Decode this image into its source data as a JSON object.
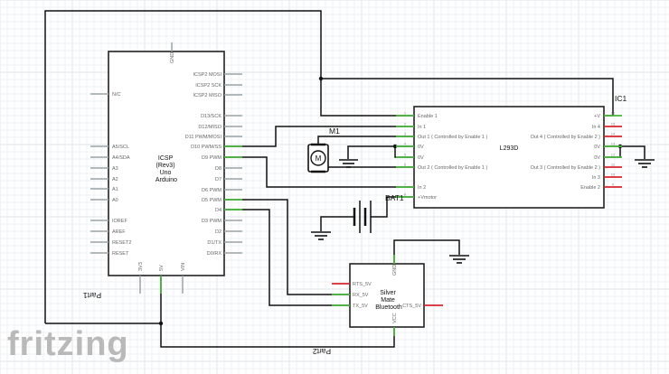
{
  "app": {
    "brand": "fritzing"
  },
  "arduino": {
    "title": "ICSP\n(Rev3)\nUno\nArduino",
    "label_bottom": "Part1",
    "left_pins": [
      "N/C",
      "A5/SCL",
      "A4/SDA",
      "A3",
      "A2",
      "A1",
      "A0",
      "IOREF",
      "AREF",
      "RESET2",
      "RESET"
    ],
    "right_pins": [
      "ICSP2 MOSI",
      "ICSP2 SCK",
      "ICSP2 MISO",
      "D13/SCK",
      "D12/MISO",
      "D11 PWM/MOSI",
      "D10 PWM/SS",
      "D9 PWM",
      "D8",
      "D7",
      "D6 PWM",
      "D5 PWM",
      "D4",
      "D3 PWM",
      "D2",
      "D1/TX",
      "D0/RX"
    ],
    "top_pins": [
      "GND"
    ],
    "bottom_pins": [
      "3V3",
      "5V",
      "VIN"
    ]
  },
  "driver": {
    "ref": "IC1",
    "name": "L293D",
    "left_pins": [
      "Enable 1",
      "In 1",
      "Out 1 ( Controlled by Enable 1 )",
      "0V",
      "0V",
      "Out 2 ( Controlled by Enable 1 )",
      "In 2",
      "+Vmotor"
    ],
    "left_nums": [
      "1",
      "2",
      "3",
      "4",
      "5",
      "6",
      "7",
      "8"
    ],
    "right_pins": [
      "+V",
      "In 4",
      "Out 4 ( Controlled by Enable 2 )",
      "0V",
      "0V",
      "Out 3 ( Controlled by Enable 2 )",
      "In 3",
      "Enable 2"
    ],
    "right_nums": [
      "16",
      "15",
      "14",
      "13",
      "12",
      "11",
      "10",
      "9"
    ]
  },
  "motor": {
    "ref": "M1",
    "symbol": "M"
  },
  "battery": {
    "ref": "BAT1"
  },
  "bluetooth": {
    "title": "Silver\nMate\nBluetooth",
    "label_bottom": "Part2",
    "left_pins": [
      "RTS_5V",
      "RX_5V",
      "TX_5V"
    ],
    "right_pins": [
      "CTS_5V"
    ],
    "top_pins": [
      "GND"
    ],
    "bottom_pins": [
      "VCC"
    ]
  }
}
